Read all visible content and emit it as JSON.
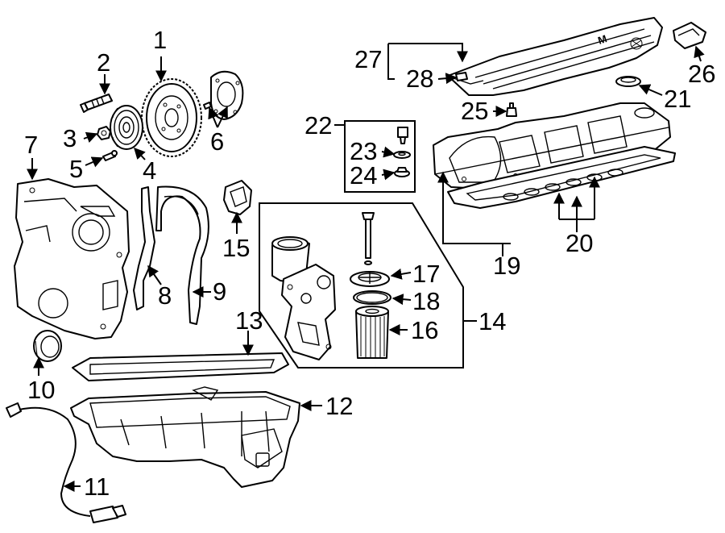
{
  "diagram": {
    "callouts": [
      {
        "id": "1",
        "text": "1"
      },
      {
        "id": "2",
        "text": "2"
      },
      {
        "id": "3",
        "text": "3"
      },
      {
        "id": "4",
        "text": "4"
      },
      {
        "id": "5",
        "text": "5"
      },
      {
        "id": "6",
        "text": "6"
      },
      {
        "id": "7",
        "text": "7"
      },
      {
        "id": "8",
        "text": "8"
      },
      {
        "id": "9",
        "text": "9"
      },
      {
        "id": "10",
        "text": "10"
      },
      {
        "id": "11",
        "text": "11"
      },
      {
        "id": "12",
        "text": "12"
      },
      {
        "id": "13",
        "text": "13"
      },
      {
        "id": "14",
        "text": "14"
      },
      {
        "id": "15",
        "text": "15"
      },
      {
        "id": "16",
        "text": "16"
      },
      {
        "id": "17",
        "text": "17"
      },
      {
        "id": "18",
        "text": "18"
      },
      {
        "id": "19",
        "text": "19"
      },
      {
        "id": "20",
        "text": "20"
      },
      {
        "id": "21",
        "text": "21"
      },
      {
        "id": "22",
        "text": "22"
      },
      {
        "id": "23",
        "text": "23"
      },
      {
        "id": "24",
        "text": "24"
      },
      {
        "id": "25",
        "text": "25"
      },
      {
        "id": "26",
        "text": "26"
      },
      {
        "id": "27",
        "text": "27"
      },
      {
        "id": "28",
        "text": "28"
      }
    ],
    "cover_lettering": "M"
  }
}
